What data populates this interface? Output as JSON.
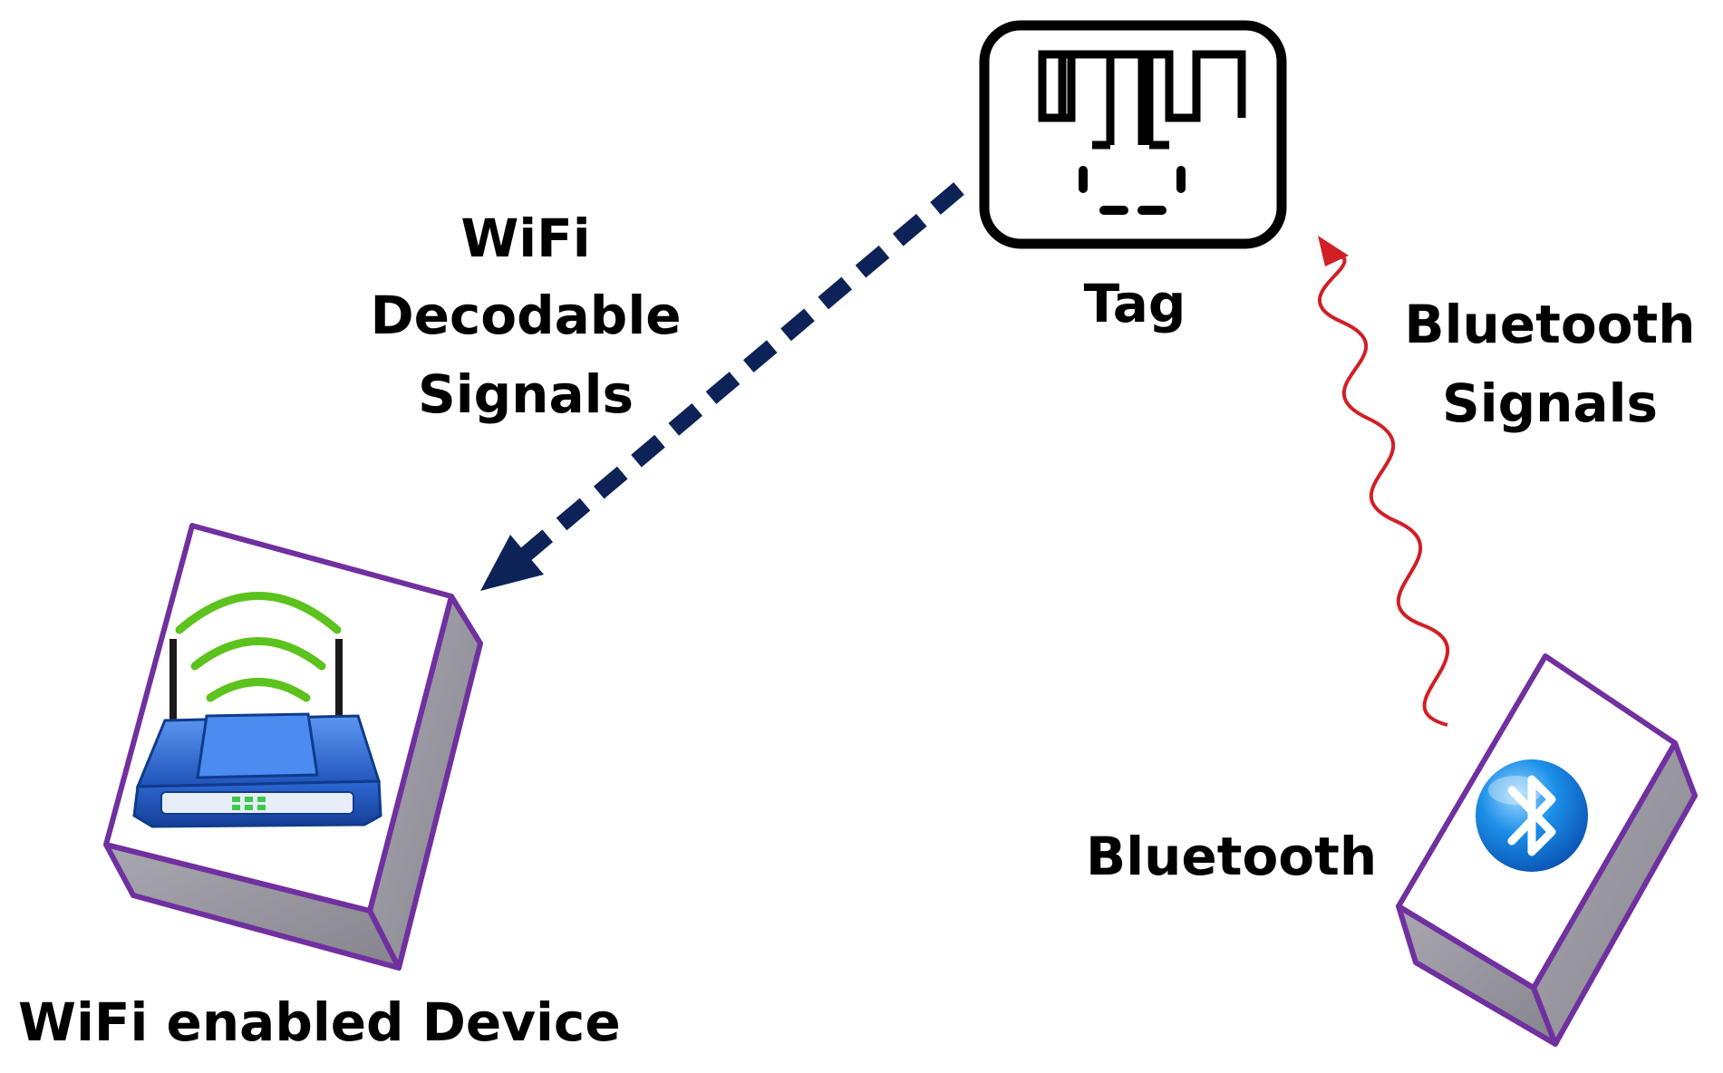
{
  "labels": {
    "tag": "Tag",
    "wifi_signal_line1": "WiFi",
    "wifi_signal_line2": "Decodable",
    "wifi_signal_line3": "Signals",
    "bt_signal_line1": "Bluetooth",
    "bt_signal_line2": "Signals",
    "bluetooth_device": "Bluetooth",
    "wifi_device": "WiFi enabled Device"
  },
  "icons": {
    "tag": "rfid-tag-icon",
    "router": "wifi-router-icon",
    "bluetooth": "bluetooth-icon"
  },
  "colors": {
    "wifi_arrow": "#0d2357",
    "bt_wave": "#d11f26",
    "box_outline": "#7030a0",
    "box_side": "#9a98a0",
    "wifi_arcs": "#5cc21d",
    "router_blue": "#2f6bd8"
  }
}
